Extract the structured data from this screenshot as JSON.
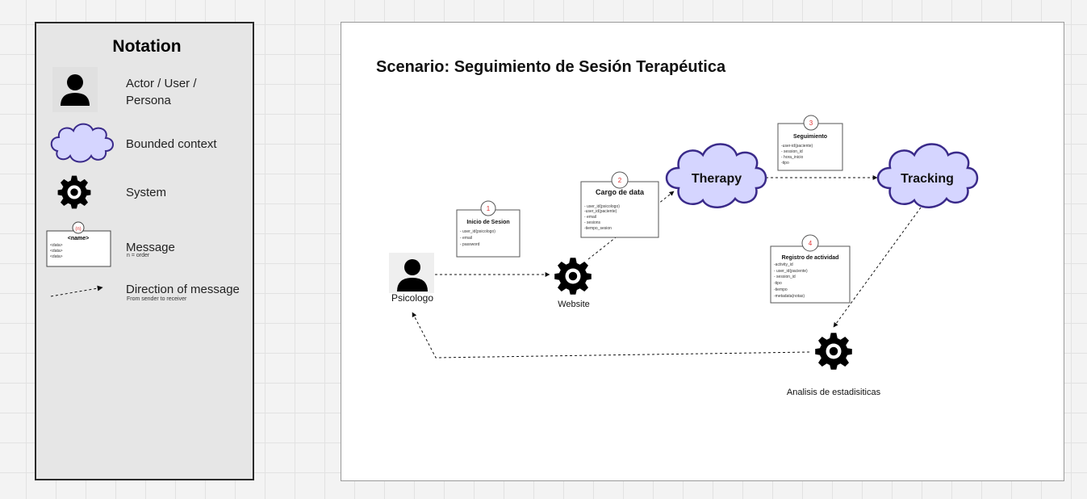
{
  "notation": {
    "title": "Notation",
    "actor_label_line1": "Actor / User /",
    "actor_label_line2": "Persona",
    "bounded_context_label": "Bounded context",
    "system_label": "System",
    "message_label": "Message",
    "message_hint": "n = order",
    "message_sample_number": "(n)",
    "message_sample_name": "<name>",
    "message_sample_fields": [
      "<data>",
      "<data>",
      "<data>"
    ],
    "direction_label": "Direction of message",
    "direction_hint": "From sender to receiver",
    "icons": {
      "actor": "person-icon",
      "context": "cloud-icon",
      "system": "gear-icon"
    },
    "colors": {
      "cloud_fill": "#d5d5ff",
      "cloud_stroke": "#3a2a8a",
      "number_red": "#e03030"
    }
  },
  "scenario": {
    "title": "Scenario: Seguimiento de Sesión Terapéutica",
    "actors": {
      "psicologo": "Psicologo",
      "website": "Website",
      "analisis": "Analisis de estadisiticas"
    },
    "contexts": {
      "therapy": "Therapy",
      "tracking": "Tracking"
    },
    "messages": [
      {
        "number": "1",
        "title": "Inicio de Sesion",
        "fields": [
          "- user_id(psicologo)",
          "- email",
          "- password"
        ]
      },
      {
        "number": "2",
        "title": "Cargo de data",
        "fields": [
          "- user_id(psicologo)",
          "-user_id(paciente)",
          "- email",
          "- sesions",
          "-tiempo_sesion"
        ]
      },
      {
        "number": "3",
        "title": "Seguimiento",
        "fields": [
          "-user-id(paciente)",
          "- session_id",
          "- hora_inicio",
          "-tipo"
        ]
      },
      {
        "number": "4",
        "title": "Registro de actividad",
        "fields": [
          "-activity_id",
          "- user_id(paciente)",
          "- session_id",
          "-tipo",
          "-tiempo",
          "-metadata(notas)"
        ]
      }
    ]
  }
}
